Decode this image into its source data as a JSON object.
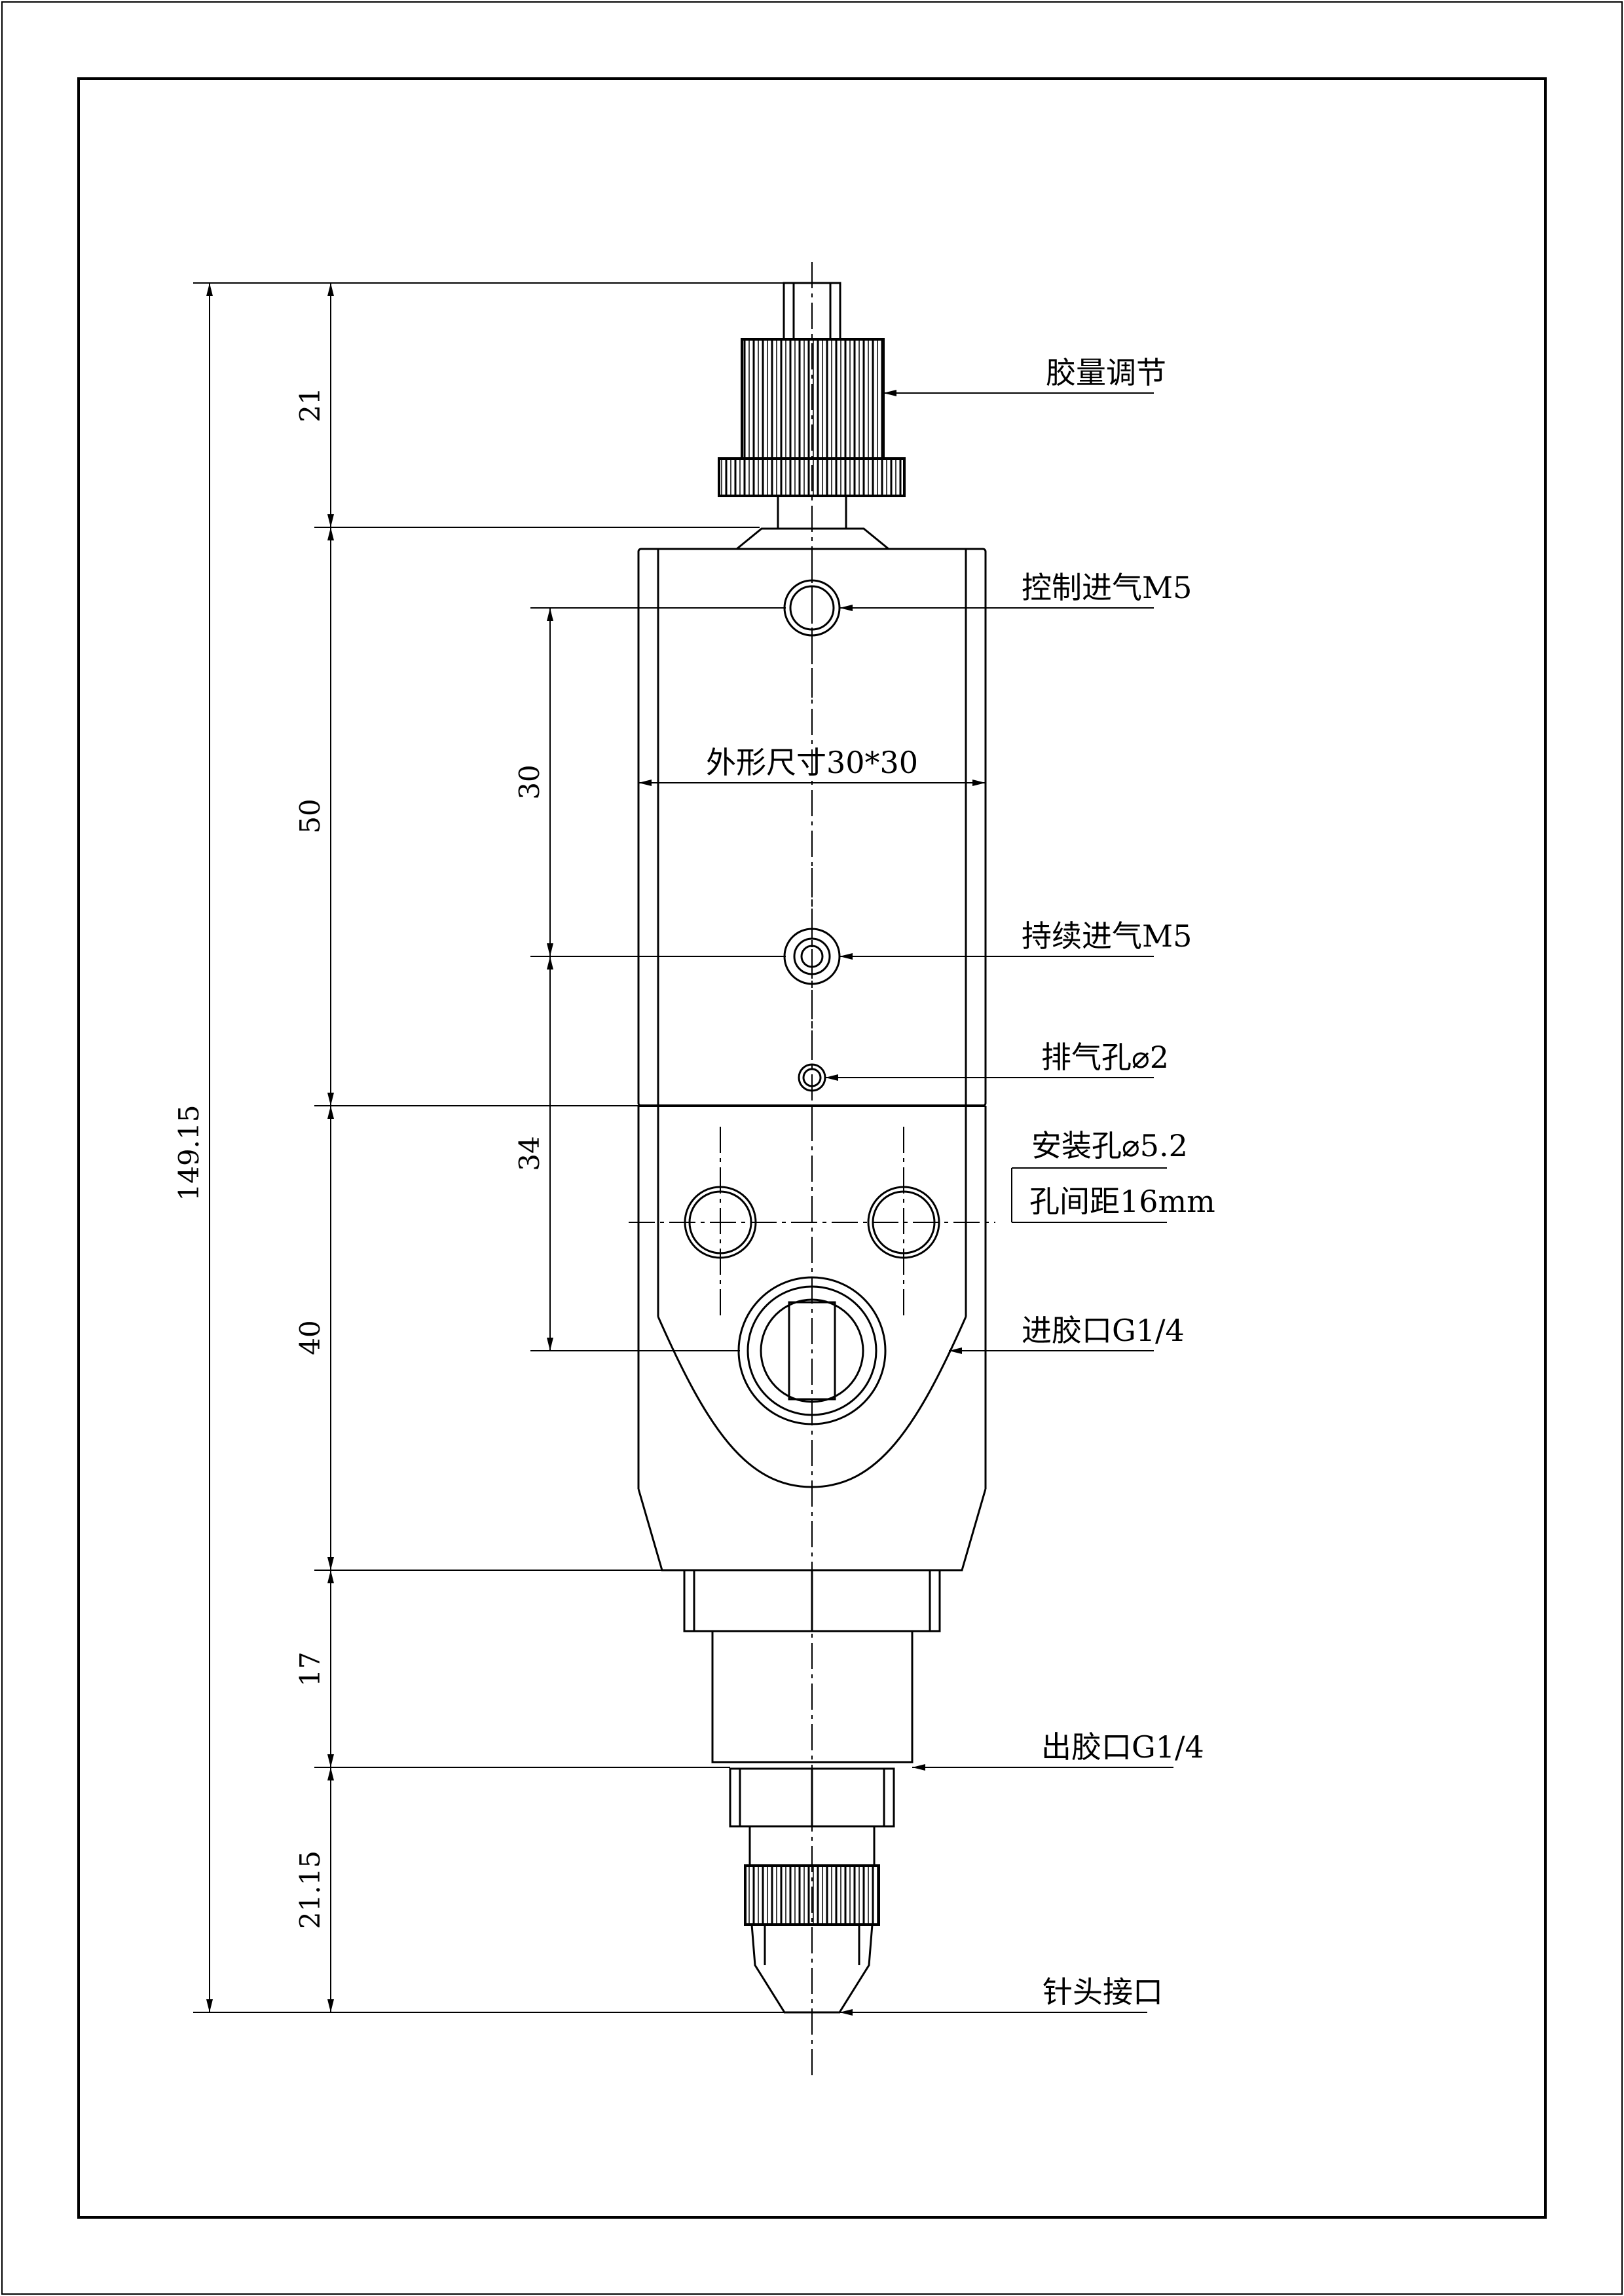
{
  "dimensions": {
    "overall": "149.15",
    "knob": "21",
    "upper_body": "50",
    "lower_body": "40",
    "nut_section": "17",
    "tip_section": "21.15",
    "port_spacing_a": "30",
    "port_spacing_b": "34"
  },
  "outline_size": "外形尺寸30*30",
  "callouts": {
    "adjust": "胶量调节",
    "control_air": "控制进气M5",
    "continuous_air": "持续进气M5",
    "exhaust": "排气孔⌀2",
    "mount_hole": "安装孔⌀5.2",
    "hole_spacing": "孔间距16mm",
    "glue_inlet": "进胶口G1/4",
    "glue_outlet": "出胶口G1/4",
    "needle": "针头接口"
  }
}
